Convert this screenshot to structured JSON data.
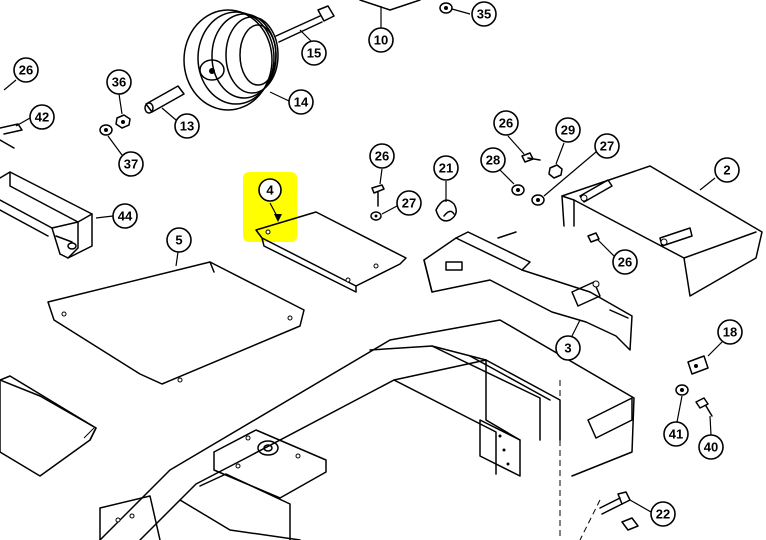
{
  "highlight_color": "#ffff00",
  "highlighted_callout": "4",
  "callouts": [
    {
      "id": "c35",
      "label": "35"
    },
    {
      "id": "c10",
      "label": "10"
    },
    {
      "id": "c15",
      "label": "15"
    },
    {
      "id": "c14",
      "label": "14"
    },
    {
      "id": "c26a",
      "label": "26"
    },
    {
      "id": "c42",
      "label": "42"
    },
    {
      "id": "c36",
      "label": "36"
    },
    {
      "id": "c37",
      "label": "37"
    },
    {
      "id": "c13",
      "label": "13"
    },
    {
      "id": "c44",
      "label": "44"
    },
    {
      "id": "c5",
      "label": "5"
    },
    {
      "id": "c4",
      "label": "4"
    },
    {
      "id": "c26b",
      "label": "26"
    },
    {
      "id": "c27a",
      "label": "27"
    },
    {
      "id": "c21",
      "label": "21"
    },
    {
      "id": "c26c",
      "label": "26"
    },
    {
      "id": "c28",
      "label": "28"
    },
    {
      "id": "c29",
      "label": "29"
    },
    {
      "id": "c27b",
      "label": "27"
    },
    {
      "id": "c2",
      "label": "2"
    },
    {
      "id": "c26d",
      "label": "26"
    },
    {
      "id": "c3",
      "label": "3"
    },
    {
      "id": "c18",
      "label": "18"
    },
    {
      "id": "c41",
      "label": "41"
    },
    {
      "id": "c40",
      "label": "40"
    },
    {
      "id": "c22",
      "label": "22"
    }
  ]
}
